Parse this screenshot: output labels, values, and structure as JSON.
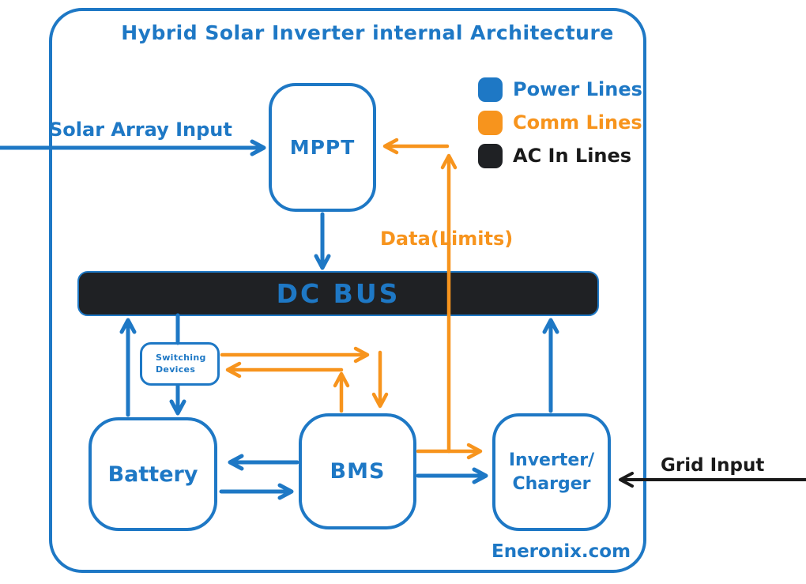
{
  "title": "Hybrid Solar Inverter internal Architecture",
  "colors": {
    "power": "#1e78c5",
    "comm": "#f7941d",
    "ac": "#1f2124",
    "ac_line": "#1a1a1a"
  },
  "legend": {
    "power_label": "Power Lines",
    "comm_label": "Comm Lines",
    "ac_label": "AC In Lines"
  },
  "nodes": {
    "mppt": "MPPT",
    "dc_bus": "DC BUS",
    "switching_line1": "Switching",
    "switching_line2": "Devices",
    "battery": "Battery",
    "bms": "BMS",
    "inverter_line1": "Inverter/",
    "inverter_line2": "Charger"
  },
  "labels": {
    "solar_input": "Solar Array Input",
    "data_limits": "Data(Limits)",
    "grid_input": "Grid Input",
    "watermark": "Eneronix.com"
  }
}
